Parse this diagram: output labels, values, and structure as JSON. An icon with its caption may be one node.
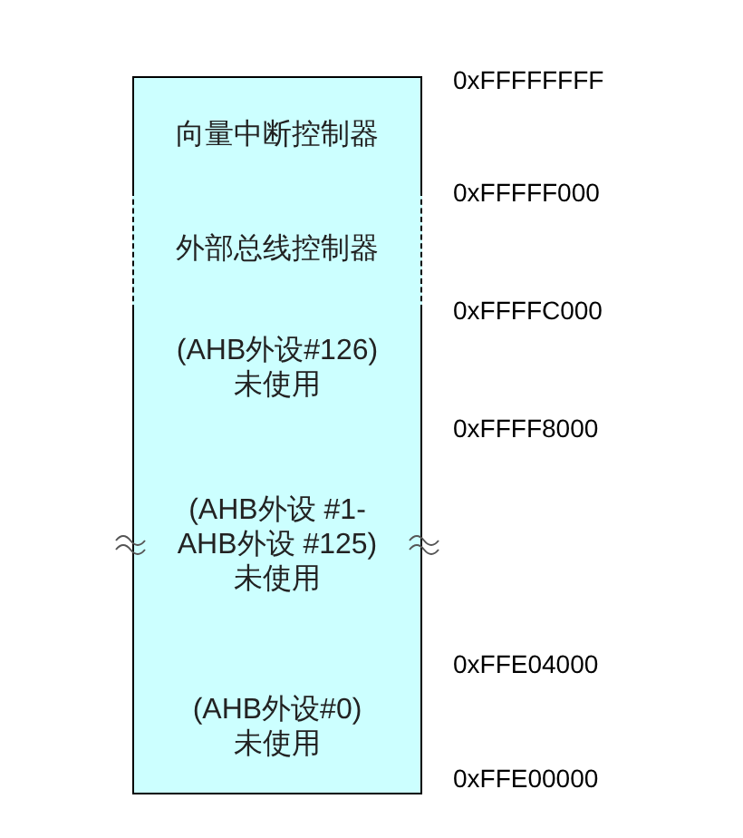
{
  "diagram": {
    "nodes": [
      {
        "text": [
          "向量中断控制器"
        ]
      },
      {
        "text": [
          "外部总线控制器"
        ]
      },
      {
        "text": [
          "(AHB外设#126)",
          "未使用"
        ]
      },
      {
        "text": [
          "(AHB外设 #1-AHB外设 #125)",
          "未使用"
        ]
      },
      {
        "text": [
          "(AHB外设#0)",
          "未使用"
        ]
      }
    ],
    "labels": [
      "0xFFFFFFFF",
      "0xFFFFF000",
      "0xFFFFC000",
      "0xFFFF8000",
      "0xFFE04000",
      "0xFFE00000"
    ]
  }
}
